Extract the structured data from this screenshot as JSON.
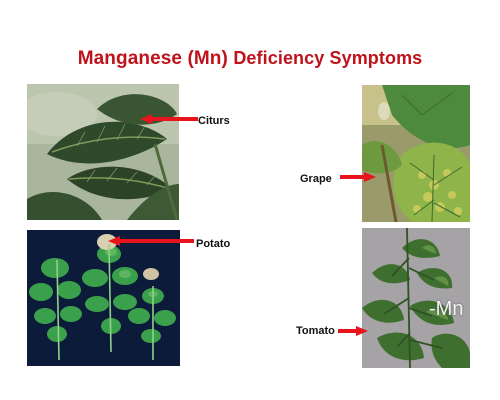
{
  "slide": {
    "title": {
      "part1": "Manganese (Mn)",
      "part2": "Deficiency Symptoms"
    },
    "labels": {
      "citrus": "Citurs",
      "potato": "Potato",
      "grape": "Grape",
      "tomato": "Tomato"
    },
    "tomato_photo_text": "-Mn",
    "colors": {
      "title": "#c0121b",
      "arrow": "#e8141b",
      "label": "#111111"
    }
  }
}
